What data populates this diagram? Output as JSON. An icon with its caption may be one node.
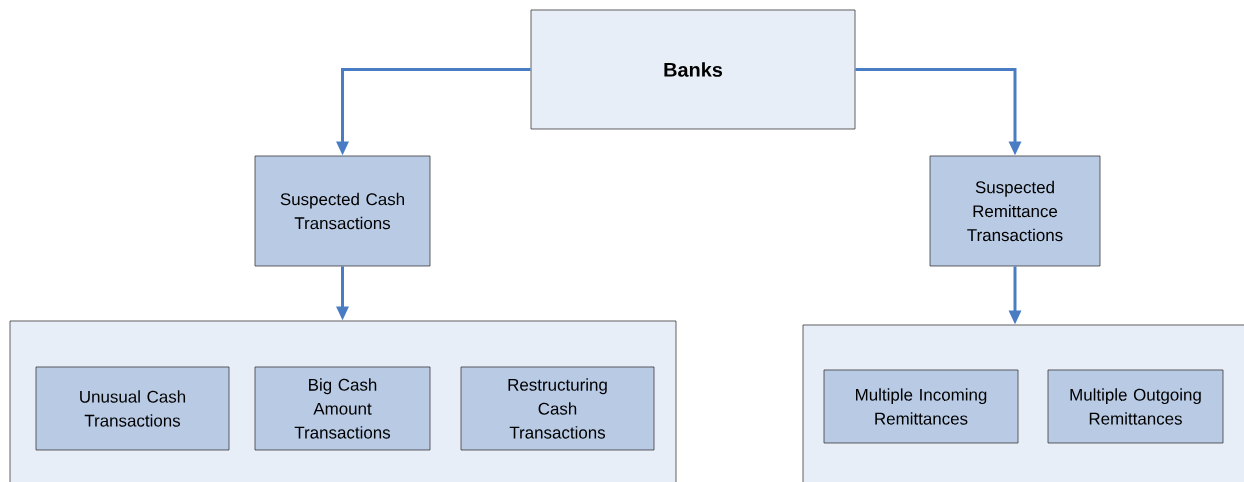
{
  "diagram": {
    "nodes": [
      {
        "text": [
          "Banks"
        ]
      },
      {
        "text": [
          "Suspected Cash Transactions"
        ]
      },
      {
        "text": [
          "Suspected Remittance Transactions"
        ]
      },
      {
        "text": [],
        "shape": "box"
      },
      {
        "text": [
          "Unusual Cash Transactions"
        ],
        "in": 3
      },
      {
        "text": [
          "Big Cash Amount Transactions"
        ],
        "in": 3
      },
      {
        "text": [
          "Restructuring Cash Transactions"
        ],
        "in": 3
      },
      {
        "text": [],
        "shape": "box"
      },
      {
        "text": [
          "Multiple Incoming Remittances"
        ],
        "in": 7
      },
      {
        "text": [
          "Multiple Outgoing Remittances"
        ],
        "in": 7
      }
    ],
    "edges": [
      {
        "from": 0,
        "to": 1,
        "arrow": "to"
      },
      {
        "from": 0,
        "to": 2,
        "arrow": "to"
      },
      {
        "from": 1,
        "to": 3,
        "arrow": "to"
      },
      {
        "from": 2,
        "to": 7,
        "arrow": "to"
      }
    ]
  }
}
